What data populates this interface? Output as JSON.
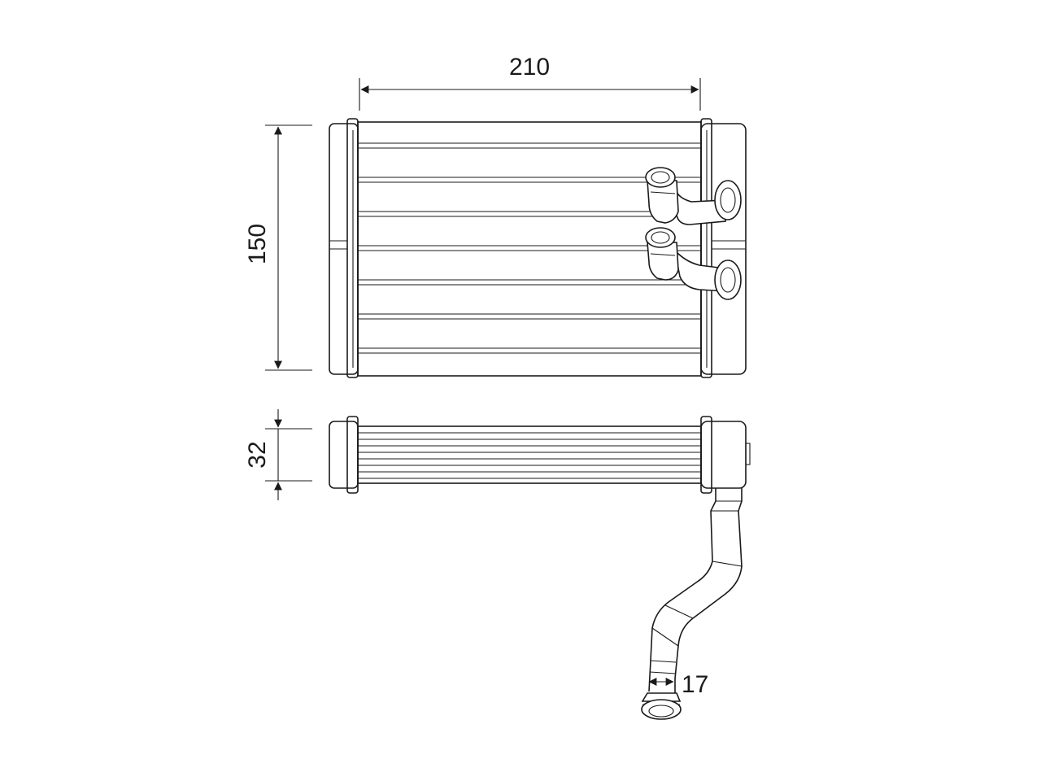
{
  "dimensions": {
    "width": "210",
    "height": "150",
    "depth": "32",
    "pipe_diameter": "17"
  },
  "colors": {
    "line": "#1a1a1a",
    "background": "#ffffff"
  }
}
